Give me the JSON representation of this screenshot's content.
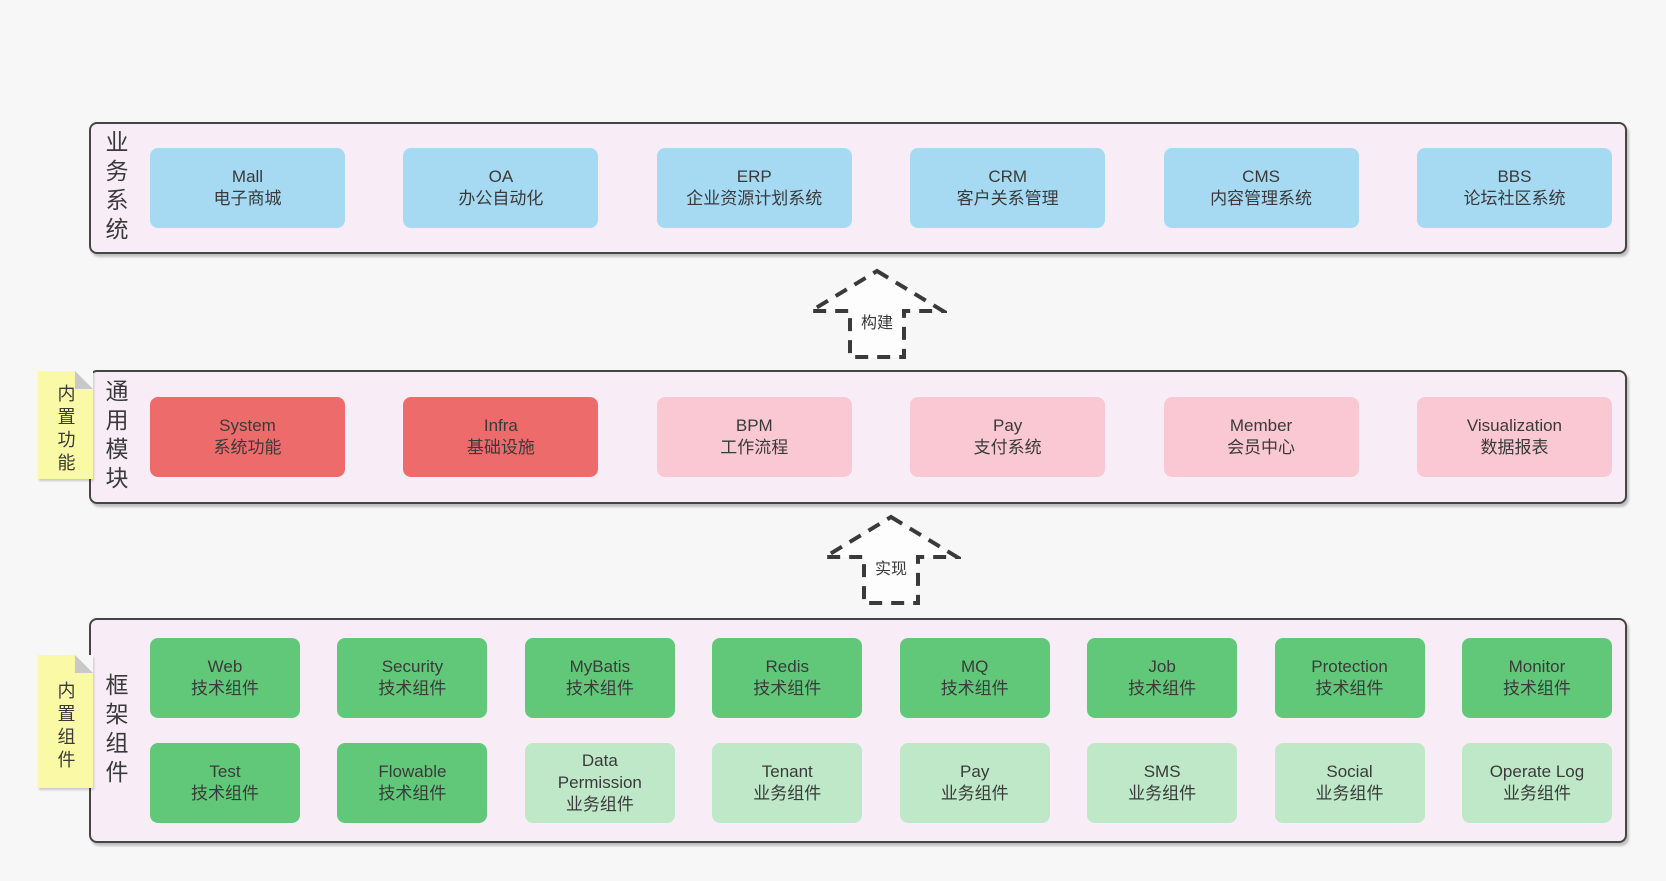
{
  "diagram_title": "",
  "colors": {
    "blue": "#a6d9f2",
    "red": "#ee6b6b",
    "pink": "#f9c8d2",
    "green": "#62c879",
    "green_light": "#bfe8c8",
    "note_yellow": "#fafaa6",
    "layer_bg": "#f8edf6",
    "border": "#454545",
    "text": "#3a3a3a",
    "page_bg": "#f7f7f7"
  },
  "layers": [
    {
      "id": "business",
      "label": "业务系统",
      "note": "",
      "rows": [
        [
          {
            "name": "Mall",
            "desc": "电子商城",
            "color": "blue"
          },
          {
            "name": "OA",
            "desc": "办公自动化",
            "color": "blue"
          },
          {
            "name": "ERP",
            "desc": "企业资源计划系统",
            "color": "blue"
          },
          {
            "name": "CRM",
            "desc": "客户关系管理",
            "color": "blue"
          },
          {
            "name": "CMS",
            "desc": "内容管理系统",
            "color": "blue"
          },
          {
            "name": "BBS",
            "desc": "论坛社区系统",
            "color": "blue"
          }
        ]
      ]
    },
    {
      "id": "modules",
      "label": "通用模块",
      "note": "内置功能",
      "rows": [
        [
          {
            "name": "System",
            "desc": "系统功能",
            "color": "red"
          },
          {
            "name": "Infra",
            "desc": "基础设施",
            "color": "red"
          },
          {
            "name": "BPM",
            "desc": "工作流程",
            "color": "pink"
          },
          {
            "name": "Pay",
            "desc": "支付系统",
            "color": "pink"
          },
          {
            "name": "Member",
            "desc": "会员中心",
            "color": "pink"
          },
          {
            "name": "Visualization",
            "desc": "数据报表",
            "color": "pink"
          }
        ]
      ]
    },
    {
      "id": "framework",
      "label": "框架组件",
      "note": "内置组件",
      "rows": [
        [
          {
            "name": "Web",
            "desc": "技术组件",
            "color": "green"
          },
          {
            "name": "Security",
            "desc": "技术组件",
            "color": "green"
          },
          {
            "name": "MyBatis",
            "desc": "技术组件",
            "color": "green"
          },
          {
            "name": "Redis",
            "desc": "技术组件",
            "color": "green"
          },
          {
            "name": "MQ",
            "desc": "技术组件",
            "color": "green"
          },
          {
            "name": "Job",
            "desc": "技术组件",
            "color": "green"
          },
          {
            "name": "Protection",
            "desc": "技术组件",
            "color": "green"
          },
          {
            "name": "Monitor",
            "desc": "技术组件",
            "color": "green"
          }
        ],
        [
          {
            "name": "Test",
            "desc": "技术组件",
            "color": "green"
          },
          {
            "name": "Flowable",
            "desc": "技术组件",
            "color": "green"
          },
          {
            "name": "Data Permission",
            "desc": "业务组件",
            "color": "green_light"
          },
          {
            "name": "Tenant",
            "desc": "业务组件",
            "color": "green_light"
          },
          {
            "name": "Pay",
            "desc": "业务组件",
            "color": "green_light"
          },
          {
            "name": "SMS",
            "desc": "业务组件",
            "color": "green_light"
          },
          {
            "name": "Social",
            "desc": "业务组件",
            "color": "green_light"
          },
          {
            "name": "Operate Log",
            "desc": "业务组件",
            "color": "green_light"
          }
        ]
      ]
    }
  ],
  "arrows": [
    {
      "label": "构建"
    },
    {
      "label": "实现"
    }
  ]
}
